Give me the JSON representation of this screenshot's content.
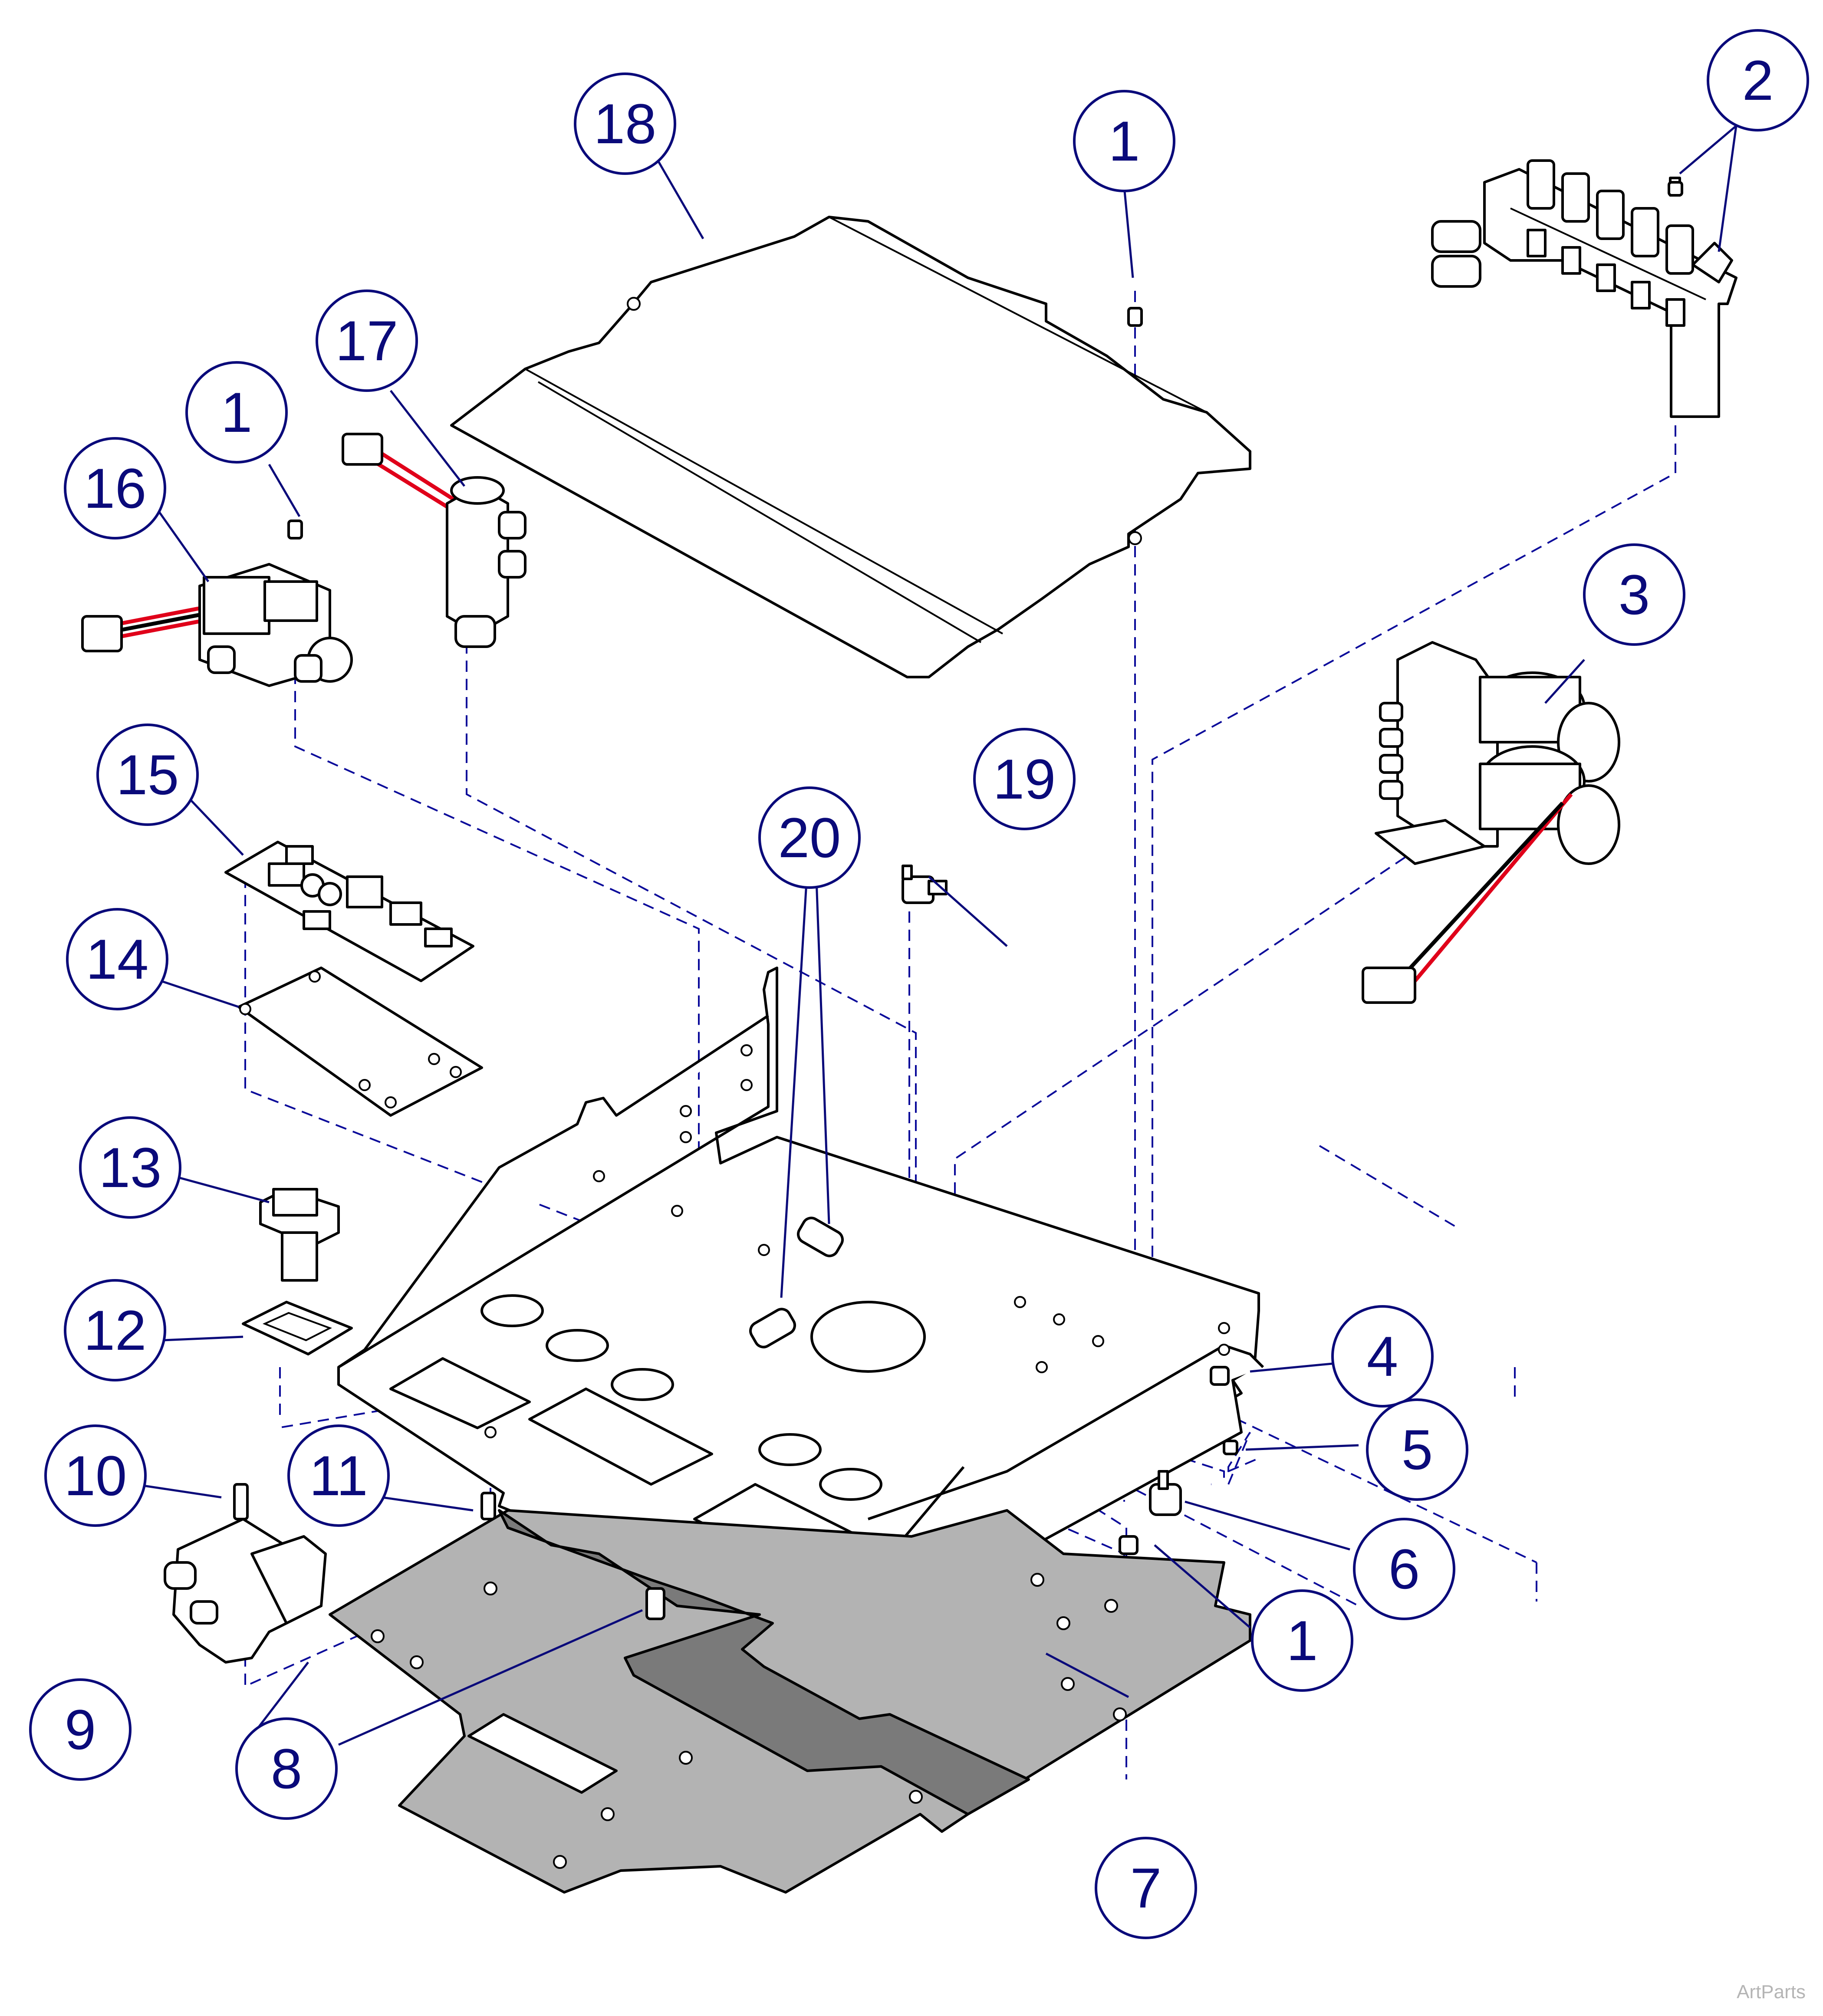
{
  "watermark": "ArtParts",
  "callouts": [
    {
      "id": "1",
      "label": "1"
    },
    {
      "id": "2",
      "label": "2"
    },
    {
      "id": "3",
      "label": "3"
    },
    {
      "id": "4",
      "label": "4"
    },
    {
      "id": "5",
      "label": "5"
    },
    {
      "id": "6",
      "label": "6"
    },
    {
      "id": "7",
      "label": "7"
    },
    {
      "id": "8",
      "label": "8"
    },
    {
      "id": "9",
      "label": "9"
    },
    {
      "id": "10",
      "label": "10"
    },
    {
      "id": "11",
      "label": "11"
    },
    {
      "id": "12",
      "label": "12"
    },
    {
      "id": "13",
      "label": "13"
    },
    {
      "id": "14",
      "label": "14"
    },
    {
      "id": "15",
      "label": "15"
    },
    {
      "id": "16",
      "label": "16"
    },
    {
      "id": "17",
      "label": "17"
    },
    {
      "id": "18",
      "label": "18"
    },
    {
      "id": "19",
      "label": "19"
    },
    {
      "id": "20",
      "label": "20"
    }
  ],
  "colors": {
    "callout": "#0a0a7a",
    "dashed-line": "#0a0a9a",
    "wire-red": "#e0001a",
    "plate-gray": "#b3b3b3",
    "plate-dark": "#7a7a7a"
  }
}
